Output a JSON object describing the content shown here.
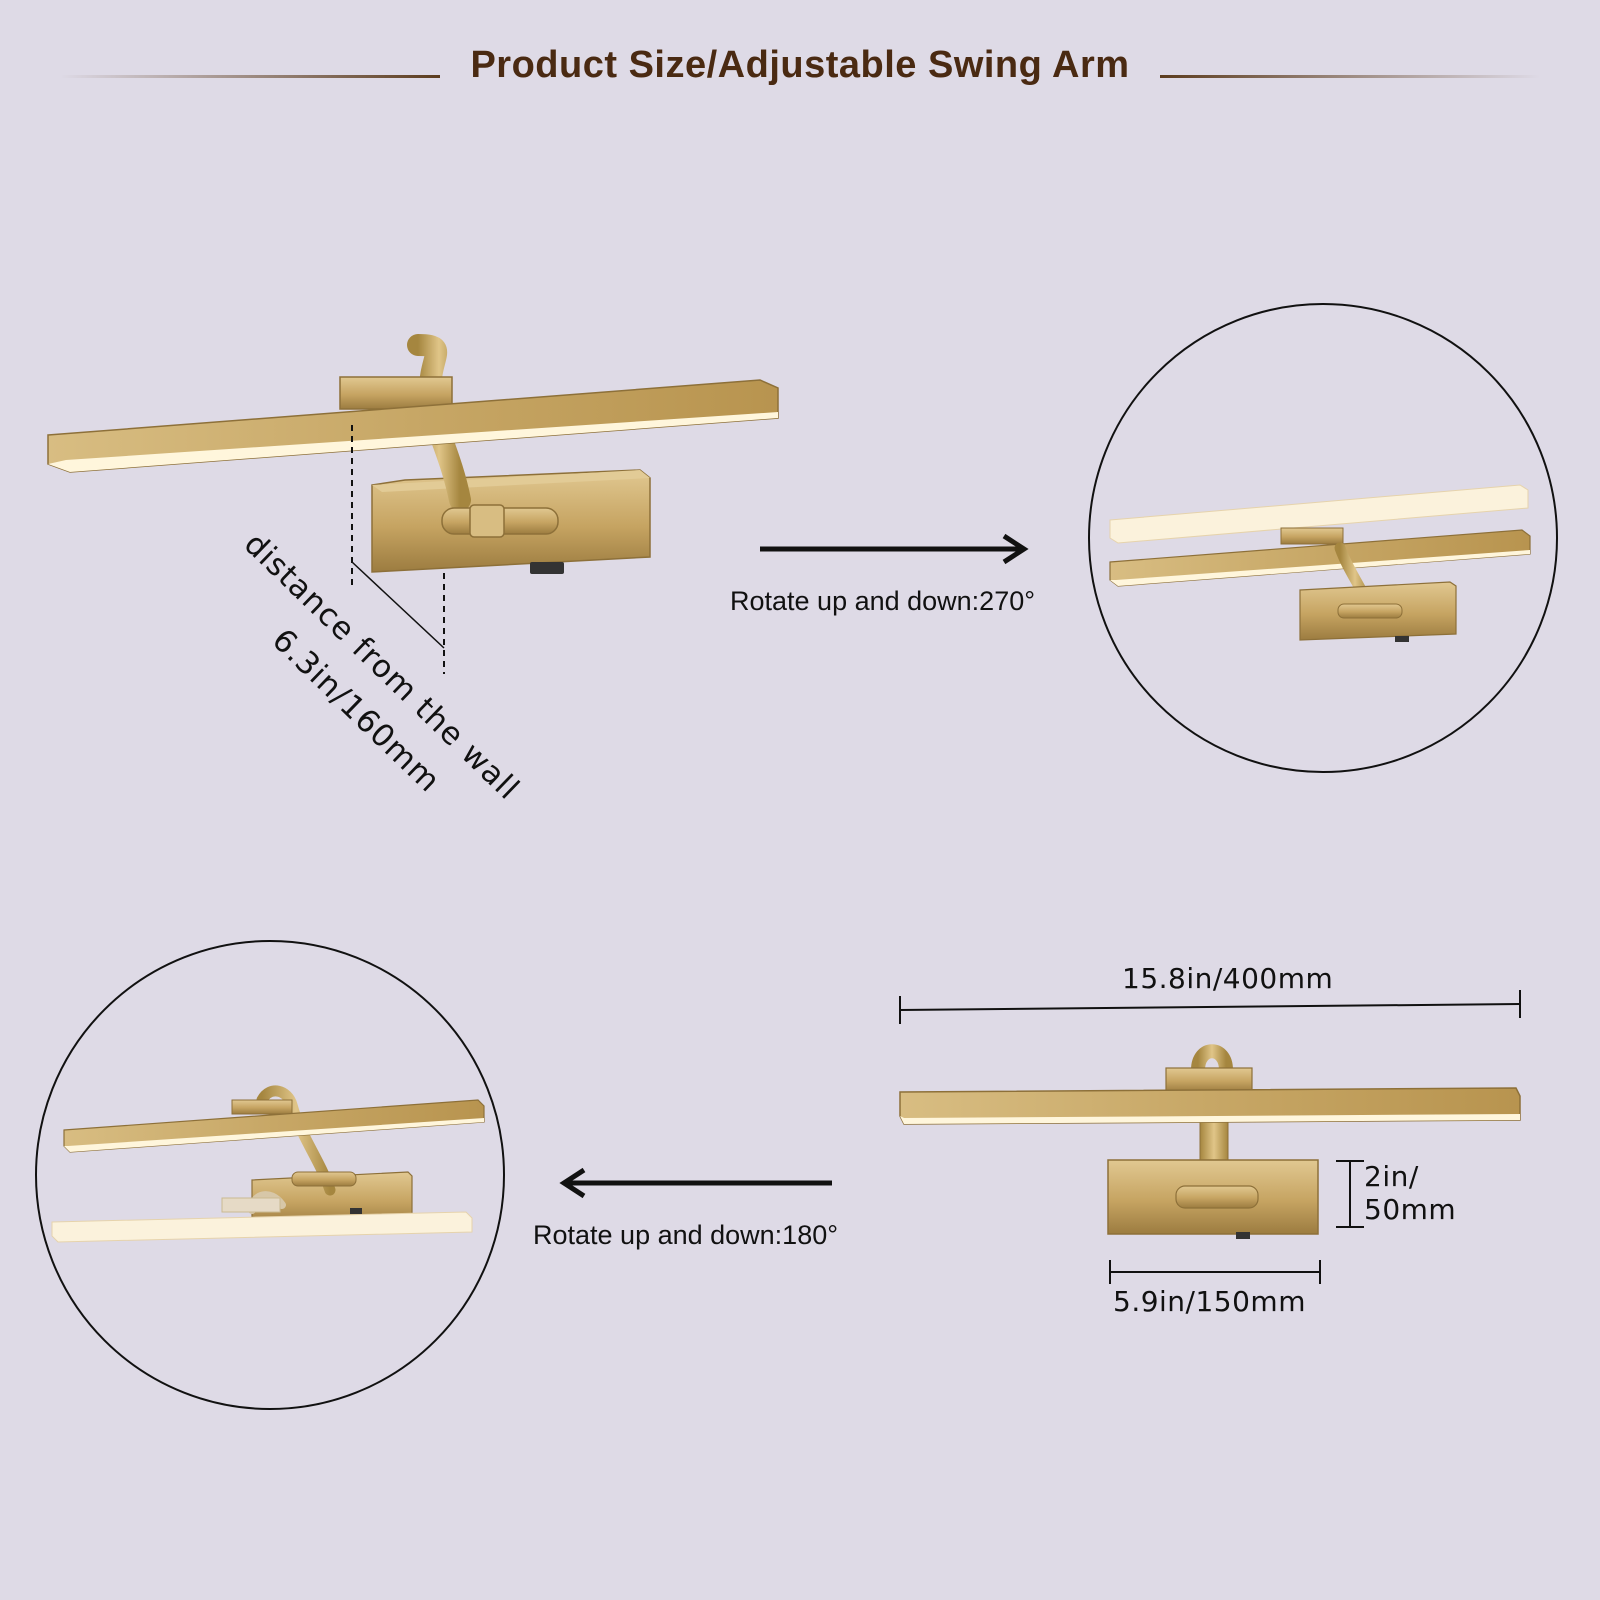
{
  "header": {
    "title": "Product Size/Adjustable Swing Arm"
  },
  "dimensions": {
    "wall_distance_label": "distance from the wall",
    "wall_distance_value": "6.3in/160mm",
    "bar_width": "15.8in/400mm",
    "base_height_line1": "2in/",
    "base_height_line2": "50mm",
    "base_width": "5.9in/150mm"
  },
  "rotation": {
    "up_down_270": "Rotate up and down:270°",
    "up_down_180": "Rotate up and down:180°"
  },
  "colors": {
    "background": "#dedae6",
    "title": "#4a2a12",
    "brass": "#c9a96a",
    "brass_dark": "#9c7c40",
    "light_strip": "#fff6dc",
    "ink": "#111111"
  }
}
